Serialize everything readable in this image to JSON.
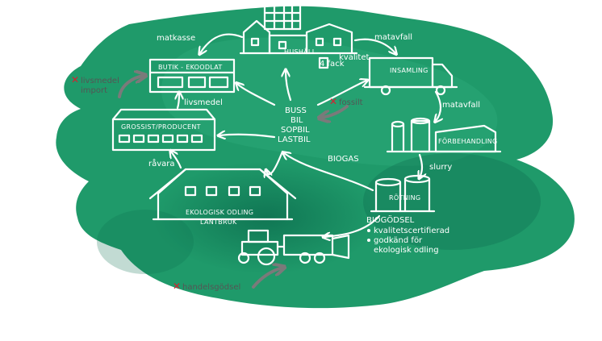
{
  "colors": {
    "blob": "#1f9a6a",
    "blob_dark": "#0d6e50",
    "lines": "#ffffff",
    "x_mark": "#d62030",
    "inhibit_arrow": "#7a7a7a",
    "inhibit_text": "#555555"
  },
  "icons": {
    "hushall": "house-cluster-icon",
    "insamling": "garbage-truck-icon",
    "forbehandling": "silo-shed-icon",
    "rotning": "digester-tanks-icon",
    "tractor": "tractor-spreader-icon",
    "lantbruk": "barn-icon",
    "grossist": "warehouse-icon",
    "butik": "shop-icon",
    "x": "x-mark-icon"
  },
  "nodes": {
    "hushall": "HUSHÅLL",
    "insamling": "INSAMLING",
    "forbehandling": "FÖRBEHANDLING",
    "rotning": "RÖTNING",
    "lantbruk_1": "EKOLOGISK ODLING",
    "lantbruk_2": "LANTBRUK",
    "grossist": "GROSSIST/PRODUCENT",
    "butik": "BUTIK - EKOODLAT",
    "center_1": "BUSS",
    "center_2": "BIL",
    "center_3": "SOPBIL",
    "center_4": "LASTBIL"
  },
  "flows": {
    "matkasse": "matkasse",
    "matavfall_1": "matavfall",
    "matavfall_2": "matavfall",
    "kvalitet": "kvalitet",
    "fack": "4 fack",
    "livsmedel": "livsmedel",
    "ravara": "råvara",
    "slurry": "slurry",
    "biogas": "BIOGAS"
  },
  "biogodsel": {
    "title": "BIOGÖDSEL",
    "bullets": [
      "kvalitetscertifierad",
      "godkänd för",
      "ekologisk odling"
    ]
  },
  "excluded": {
    "fossilt": "fossilt",
    "livsmedel_import_1": "livsmedel",
    "livsmedel_import_2": "import",
    "handelsgodsel": "handelsgödsel"
  }
}
